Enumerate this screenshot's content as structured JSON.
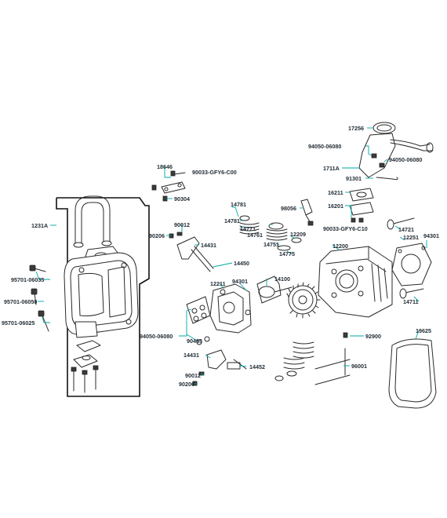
{
  "colors": {
    "leader": "#00a6a6",
    "label_text": "#1f2a33",
    "line_art": "#2a2a2a"
  },
  "labels": {
    "p17256": "17256",
    "p94050_06080_top_a": "94050-06080",
    "p94050_06080_top_b": "94050-06080",
    "p1711A": "1711A",
    "p91301": "91301",
    "p18646": "18646",
    "p90033_gfy6_c00": "90033-GFY6-C00",
    "p90304": "90304",
    "p16211": "16211",
    "p16201": "16201",
    "p90033_gfy6_c10": "90033-GFY6-C10",
    "p1231A": "1231A",
    "p14781": "14781",
    "p14781_b": "14781",
    "p14771": "14771",
    "p14761": "14761",
    "p14751": "14751",
    "p98056": "98056",
    "p12209": "12209",
    "p14775": "14775",
    "p14721": "14721",
    "p12251": "12251",
    "p94301_right": "94301",
    "p90012_top": "90012",
    "p90206_top": "90206",
    "p14431_top": "14431",
    "p14450": "14450",
    "p12200": "12200",
    "p95701_06035": "95701-06035",
    "p95701_06050": "95701-06050",
    "p95701_06025": "95701-06025",
    "p12211": "12211",
    "p94301_mid": "94301",
    "p14100": "14100",
    "p14711": "14711",
    "p94050_06080_left": "94050-06080",
    "p90465": "90465",
    "p92900": "92900",
    "p19625": "19625",
    "p14431_bottom": "14431",
    "p14452": "14452",
    "p96001": "96001",
    "p90012_bottom": "90012",
    "p90206_bottom": "90206"
  }
}
